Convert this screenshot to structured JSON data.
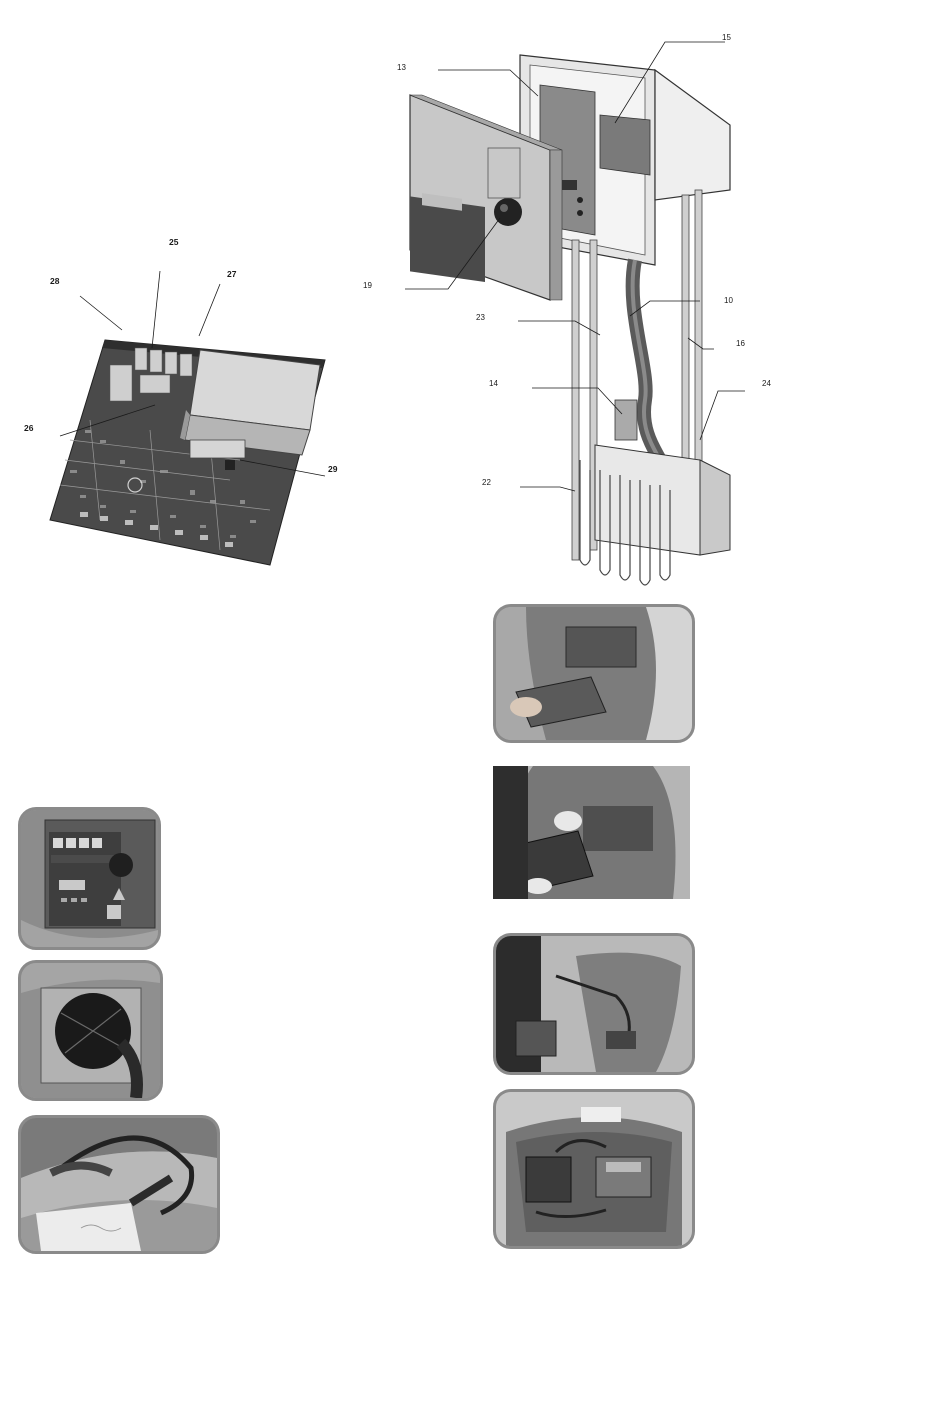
{
  "pcb_callouts": {
    "c25": "25",
    "c27": "27",
    "c28": "28",
    "c26": "26",
    "c29": "29"
  },
  "assembly_callouts": {
    "c13": "13",
    "c15": "15",
    "c19": "19",
    "c23": "23",
    "c10": "10",
    "c16": "16",
    "c14": "14",
    "c24": "24",
    "c22": "22"
  },
  "colors": {
    "line_art": "#1a1a1a",
    "photo_frame": "#8a8a8a",
    "tank_grey": "#777777"
  },
  "icons": {
    "diagram_left": "circuit-board-diagram",
    "diagram_right": "heater-assembly-exploded-diagram",
    "photos": [
      "control-panel-photo",
      "fan-cover-photo",
      "power-cable-photo",
      "removing-panel-photo",
      "lifting-module-photo",
      "module-extraction-photo",
      "tank-interior-photo"
    ]
  }
}
